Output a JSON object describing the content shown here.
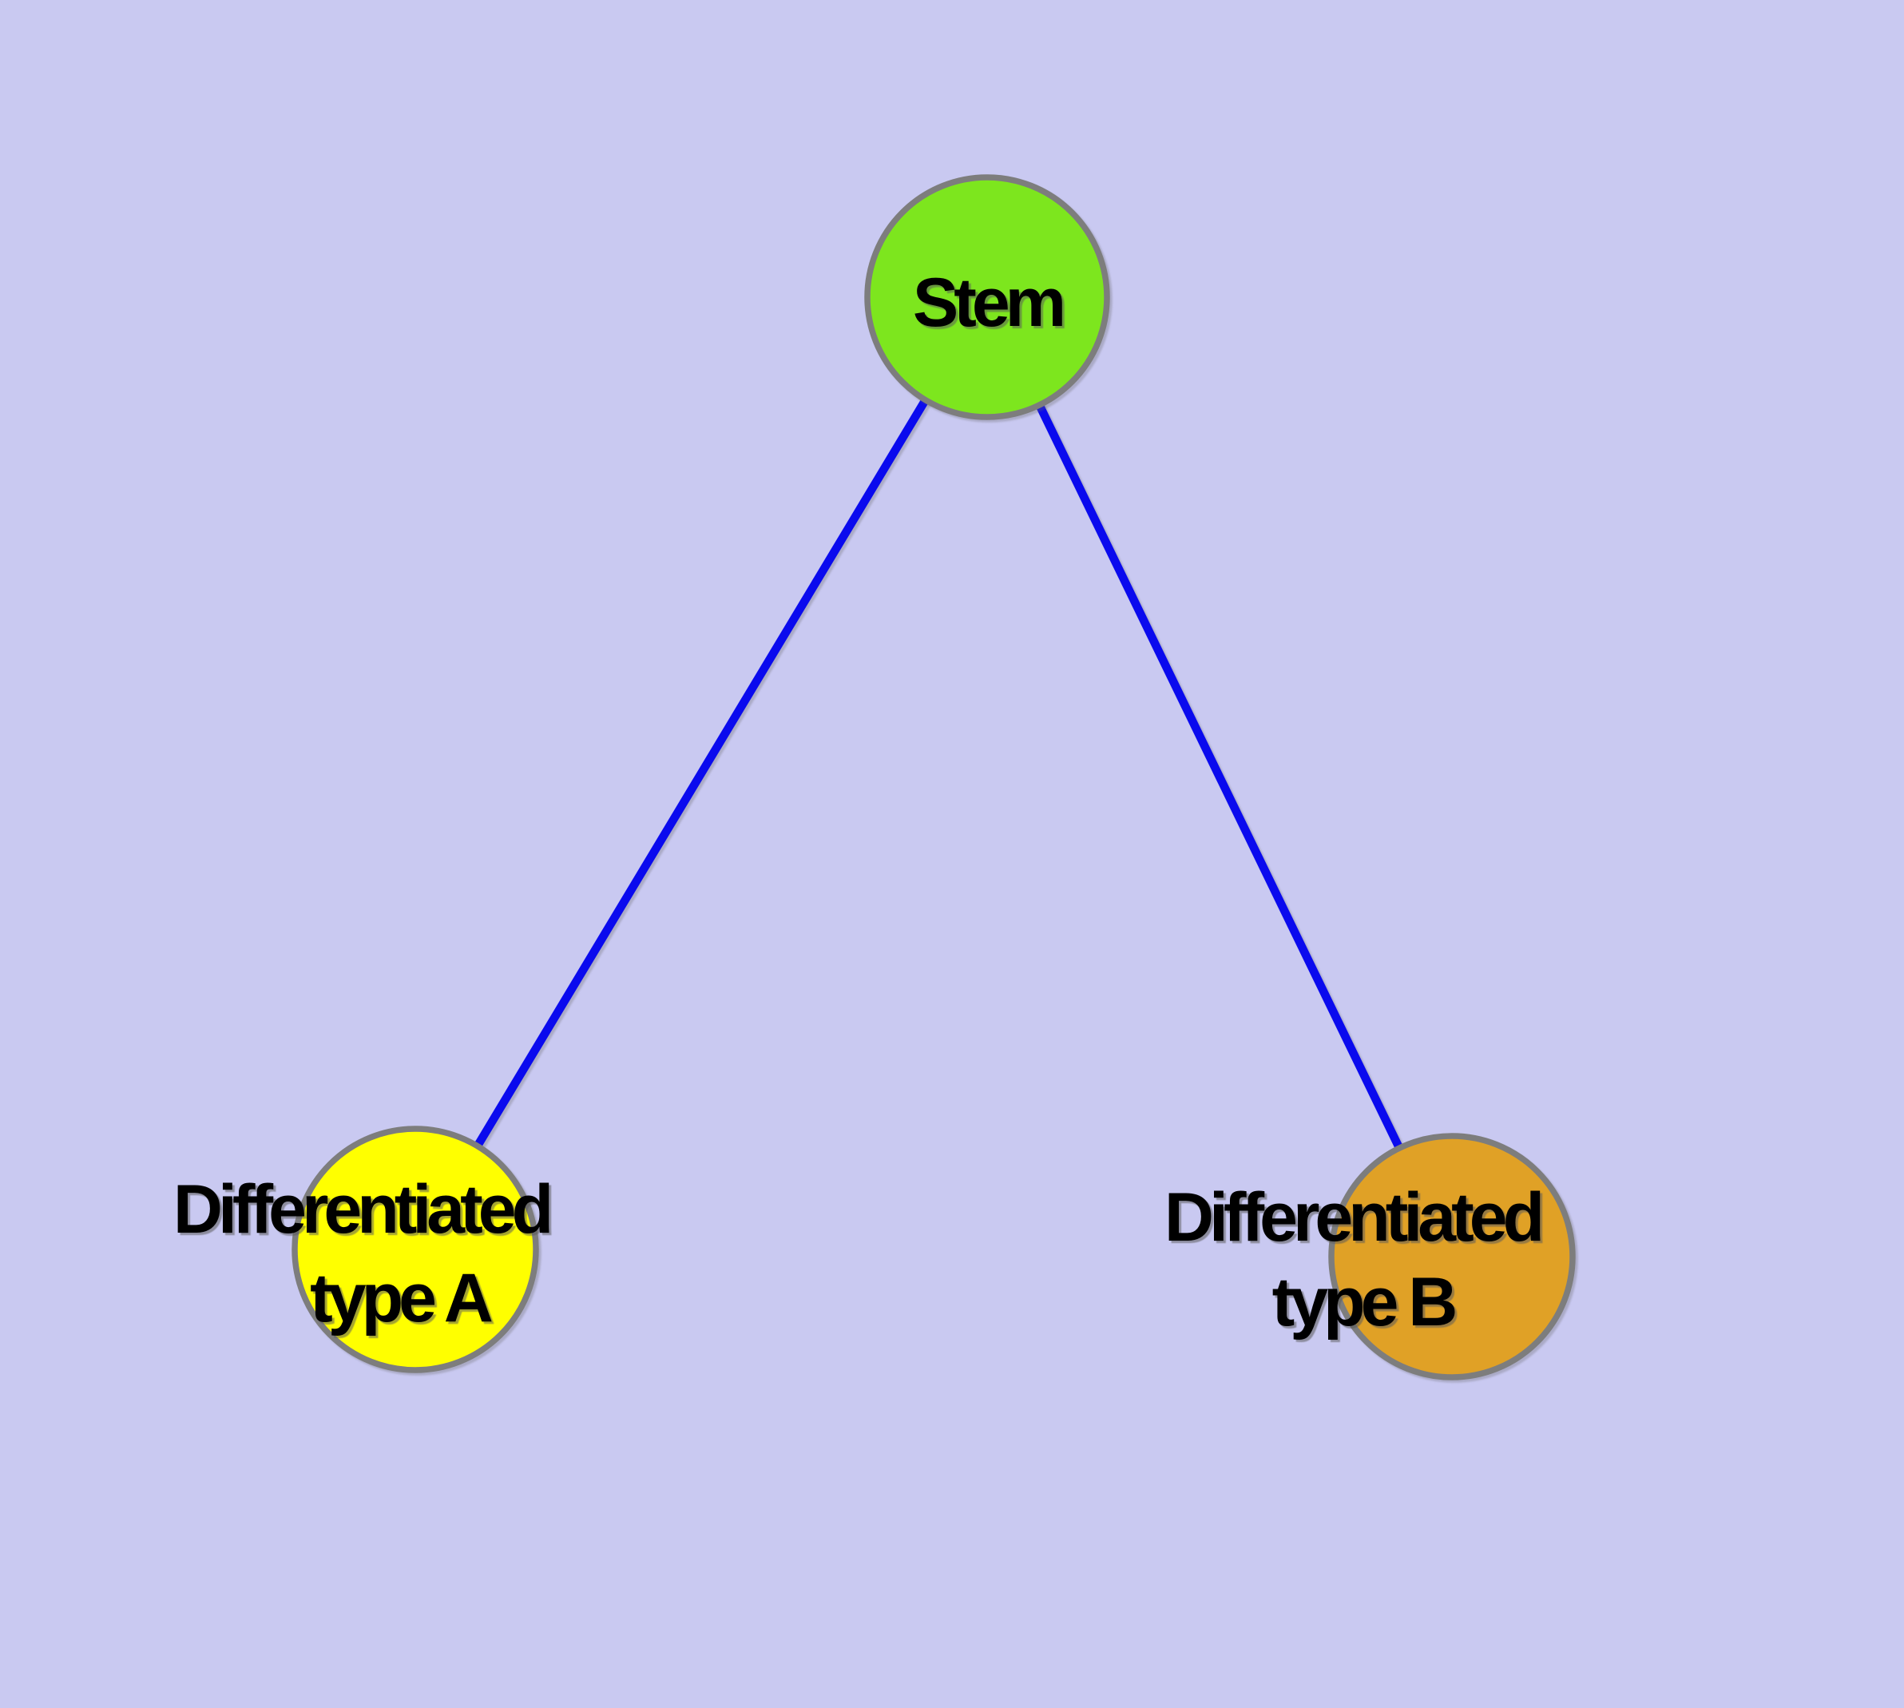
{
  "diagram": {
    "background_color": "#c9c9f1",
    "edge_color": "#0a0aee",
    "node_stroke_color": "#7d7d7d",
    "text_color": "#000000",
    "nodes": [
      {
        "id": "stem",
        "label": "Stem",
        "color": "#7de61e"
      },
      {
        "id": "differentiated-type-a",
        "label": "Differentiated type A",
        "label_lines": [
          "Differentiated",
          "type A"
        ],
        "color": "#ffff00"
      },
      {
        "id": "differentiated-type-b",
        "label": "Differentiated type B",
        "label_lines": [
          "Differentiated",
          "type B"
        ],
        "color": "#e0a126"
      }
    ],
    "edges": [
      {
        "from": "Stem",
        "to": "Differentiated type A"
      },
      {
        "from": "Stem",
        "to": "Differentiated type B"
      }
    ]
  }
}
